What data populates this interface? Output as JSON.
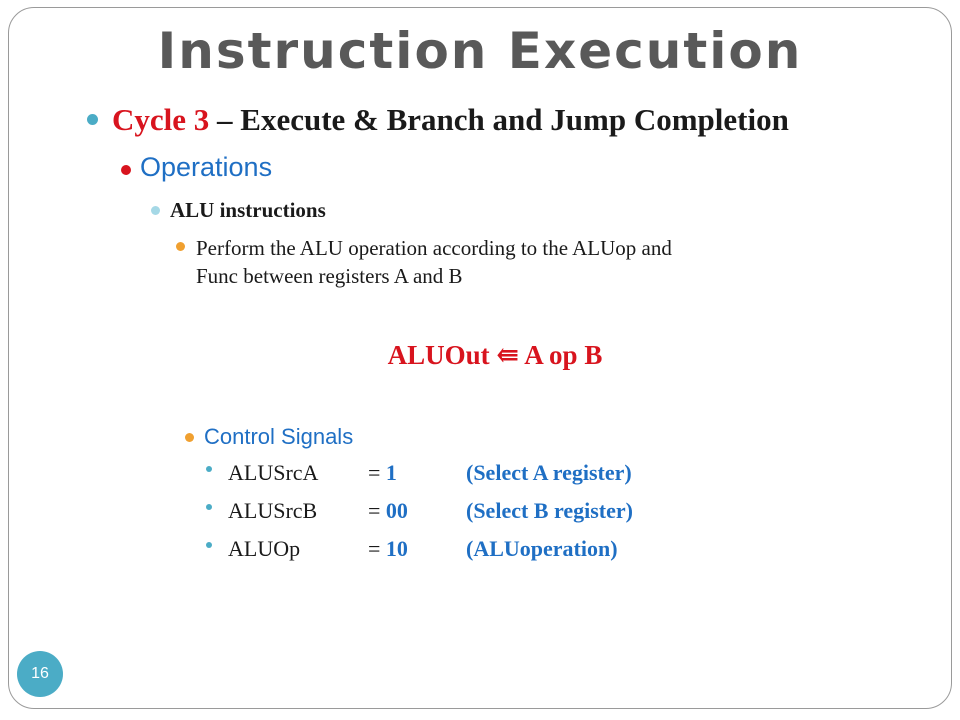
{
  "slide": {
    "title": "Instruction Execution",
    "cycle": {
      "label": "Cycle 3",
      "rest": " – Execute & Branch and Jump Completion"
    },
    "operations": "Operations",
    "alu_instructions": "ALU instructions",
    "description_line1": "Perform the ALU operation according to the ALUop and",
    "description_line2": "Func between registers A and B",
    "formula": {
      "left": "ALUOut",
      "arrow": "⇚",
      "right": "A op B"
    },
    "control_signals": {
      "heading": "Control Signals",
      "items": [
        {
          "name": "ALUSrcA",
          "equals": "=",
          "value": "1",
          "description": "(Select A register)"
        },
        {
          "name": "ALUSrcB",
          "equals": "=",
          "value": "00",
          "description": "(Select B register)"
        },
        {
          "name": "ALUOp",
          "equals": "=",
          "value": "10",
          "description": "(ALUoperation)"
        }
      ]
    },
    "page_number": "16"
  },
  "colors": {
    "title": "#595959",
    "accent_red": "#d8141e",
    "accent_blue": "#1f6fc4",
    "bullet_teal": "#4bacc6",
    "bullet_red": "#d8141e",
    "bullet_light": "#a5d8e6",
    "bullet_orange": "#f0a030"
  }
}
